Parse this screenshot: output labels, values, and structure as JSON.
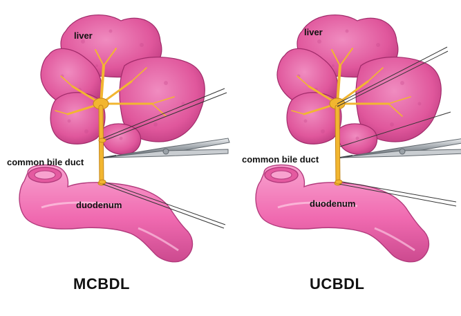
{
  "panels": [
    {
      "title": "MCBDL",
      "labels": {
        "liver": "liver",
        "duct": "common bile duct",
        "duodenum": "duodenum"
      }
    },
    {
      "title": "UCBDL",
      "labels": {
        "liver": "liver",
        "duct": "common bile duct",
        "duodenum": "duodenum"
      }
    }
  ],
  "colors": {
    "liver": "#e0579c",
    "liver_dark": "#a02b6a",
    "bile": "#f2b630",
    "bile_dark": "#c4861a",
    "duodenum": "#f06ab0",
    "duodenum_dark": "#b23a7c",
    "instrument": "#8a9096",
    "instrument_light": "#d5d9dc",
    "thread": "#333333"
  }
}
